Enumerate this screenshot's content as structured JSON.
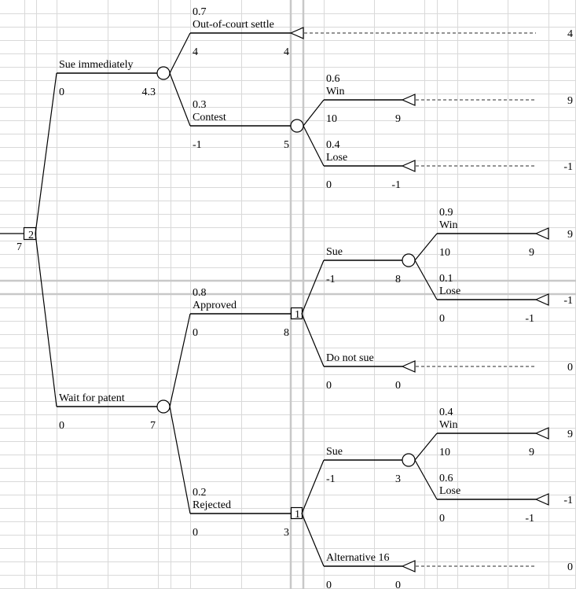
{
  "tree": {
    "root": {
      "decision_label": "2",
      "value": "7"
    },
    "branches": [
      {
        "name": "Sue immediately",
        "prob": "",
        "cost": "0",
        "rollback": "4.3",
        "node_label": "",
        "end_value": ""
      },
      {
        "name": "Out-of-court settle",
        "prob": "0.7",
        "cost": "4",
        "rollback": "4",
        "node_label": "",
        "end_value": "4"
      },
      {
        "name": "Contest",
        "prob": "0.3",
        "cost": "-1",
        "rollback": "5",
        "node_label": "",
        "end_value": ""
      },
      {
        "name": "Win",
        "prob": "0.6",
        "cost": "10",
        "rollback": "9",
        "node_label": "",
        "end_value": "9"
      },
      {
        "name": "Lose",
        "prob": "0.4",
        "cost": "0",
        "rollback": "-1",
        "node_label": "",
        "end_value": "-1"
      },
      {
        "name": "Wait for patent",
        "prob": "",
        "cost": "0",
        "rollback": "7",
        "node_label": "",
        "end_value": ""
      },
      {
        "name": "Approved",
        "prob": "0.8",
        "cost": "0",
        "rollback": "8",
        "node_label": "1",
        "end_value": ""
      },
      {
        "name": "Sue",
        "prob": "",
        "cost": "-1",
        "rollback": "8",
        "node_label": "",
        "end_value": ""
      },
      {
        "name": "Win",
        "prob": "0.9",
        "cost": "10",
        "rollback": "9",
        "node_label": "",
        "end_value": "9"
      },
      {
        "name": "Lose",
        "prob": "0.1",
        "cost": "0",
        "rollback": "-1",
        "node_label": "",
        "end_value": "-1"
      },
      {
        "name": "Do not sue",
        "prob": "",
        "cost": "0",
        "rollback": "0",
        "node_label": "",
        "end_value": "0"
      },
      {
        "name": "Rejected",
        "prob": "0.2",
        "cost": "0",
        "rollback": "3",
        "node_label": "1",
        "end_value": ""
      },
      {
        "name": "Sue",
        "prob": "",
        "cost": "-1",
        "rollback": "3",
        "node_label": "",
        "end_value": ""
      },
      {
        "name": "Win",
        "prob": "0.4",
        "cost": "10",
        "rollback": "9",
        "node_label": "",
        "end_value": "9"
      },
      {
        "name": "Lose",
        "prob": "0.6",
        "cost": "0",
        "rollback": "-1",
        "node_label": "",
        "end_value": "-1"
      },
      {
        "name": "Alternative 16",
        "prob": "",
        "cost": "0",
        "rollback": "0",
        "node_label": "",
        "end_value": "0"
      }
    ]
  },
  "colors": {
    "grid": "#d9d9d9",
    "frozen": "#c8c8c8",
    "line": "#000000",
    "dashed": "#555555"
  }
}
